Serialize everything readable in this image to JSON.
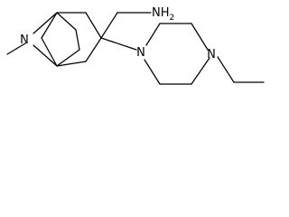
{
  "molecule": {
    "atoms": {
      "bridge_nitrogen": "N",
      "bridge_methyl_nitrogen_label": "N",
      "piperazine_n1": "N",
      "piperazine_n4": "N",
      "amine_label_main": "NH",
      "amine_label_sub": "2"
    }
  }
}
